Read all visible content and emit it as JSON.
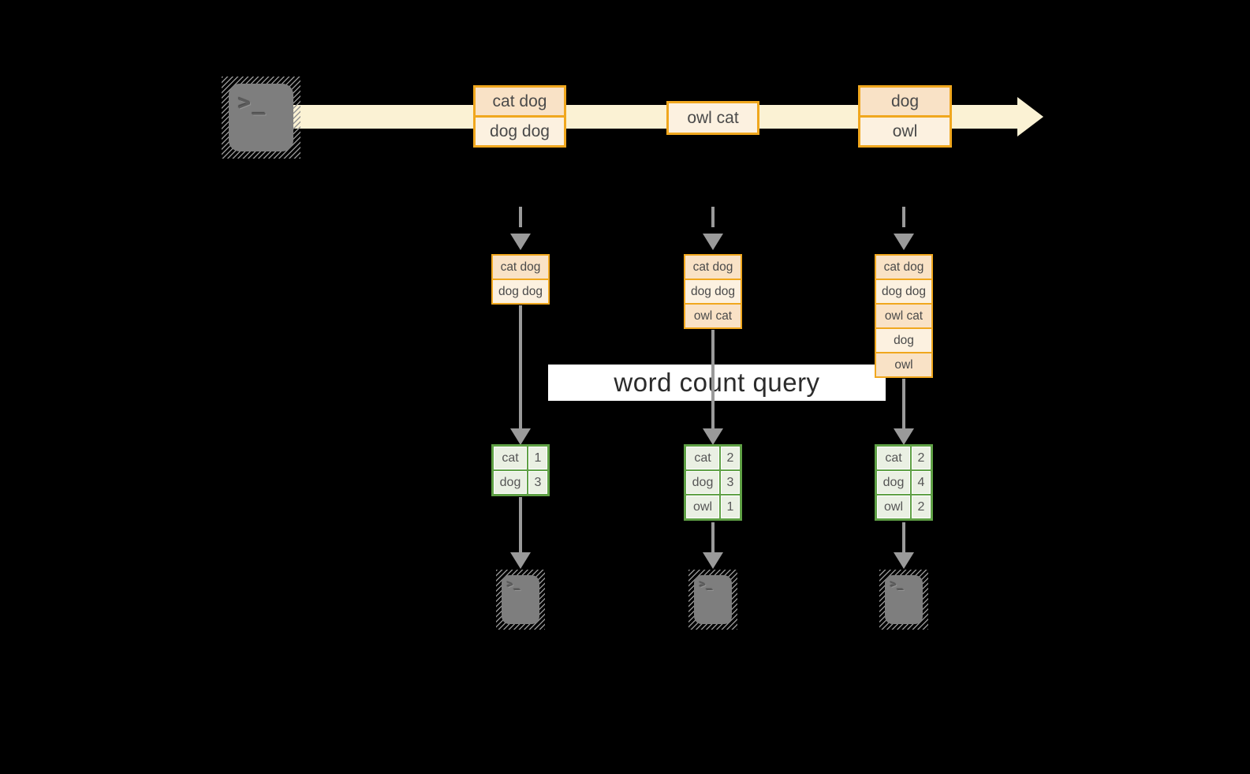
{
  "title": "word count query",
  "terminal": {
    "glyph": ">_"
  },
  "stream": {
    "batch1": [
      "cat dog",
      "dog dog"
    ],
    "batch2": [
      "owl cat"
    ],
    "batch3": [
      "dog",
      "owl"
    ]
  },
  "columns": [
    {
      "log": [
        "cat dog",
        "dog dog"
      ],
      "counts": [
        {
          "word": "cat",
          "count": "1"
        },
        {
          "word": "dog",
          "count": "3"
        }
      ]
    },
    {
      "log": [
        "cat dog",
        "dog dog",
        "owl cat"
      ],
      "counts": [
        {
          "word": "cat",
          "count": "2"
        },
        {
          "word": "dog",
          "count": "3"
        },
        {
          "word": "owl",
          "count": "1"
        }
      ]
    },
    {
      "log": [
        "cat dog",
        "dog dog",
        "owl cat",
        "dog",
        "owl"
      ],
      "counts": [
        {
          "word": "cat",
          "count": "2"
        },
        {
          "word": "dog",
          "count": "4"
        },
        {
          "word": "owl",
          "count": "2"
        }
      ]
    }
  ],
  "colors": {
    "background": "#000000",
    "stream_band": "#FBF2D4",
    "record_border": "#F0A71E",
    "record_peach": "#F9E2C6",
    "record_cream": "#FCF1E0",
    "table_border_green": "#5FA045",
    "table_cell_green": "#EAF0E3",
    "arrow_gray": "#9A9A9A",
    "terminal_gray": "#7E7E7E",
    "query_band_bg": "#FFFFFF",
    "text_dark": "#4A4A4A"
  }
}
